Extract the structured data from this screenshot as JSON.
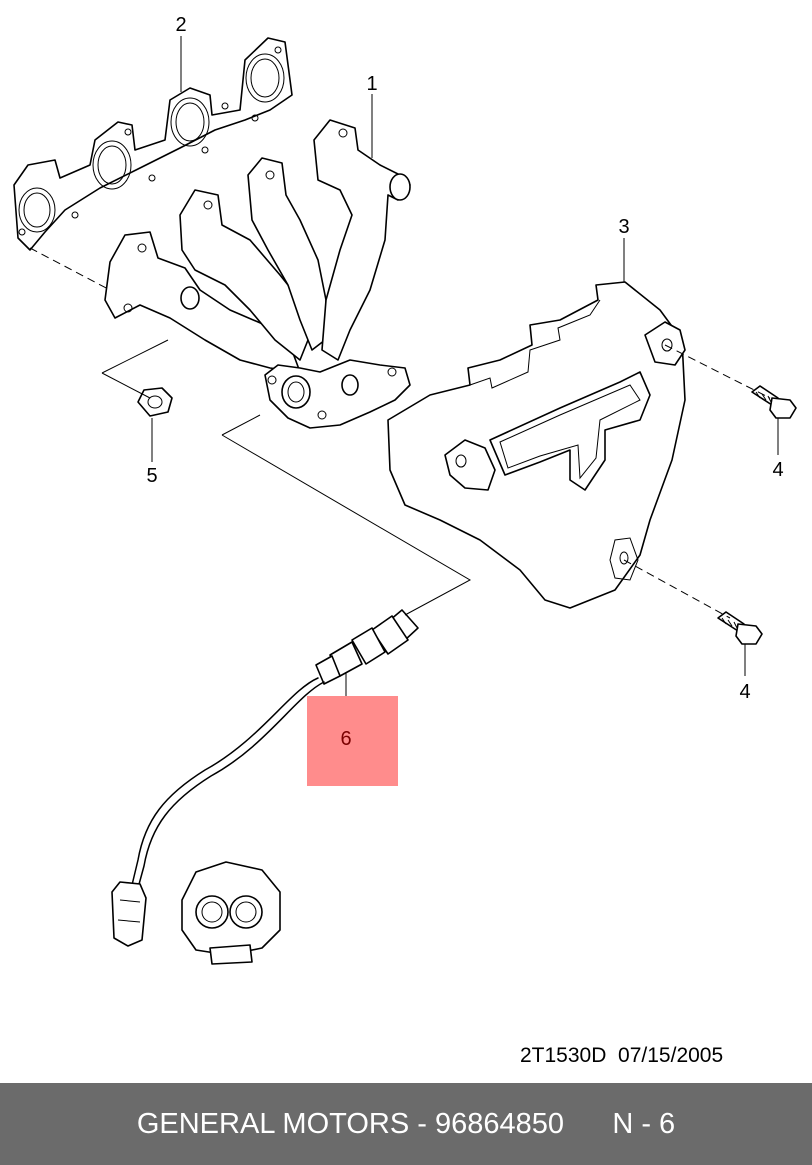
{
  "callouts": {
    "c1": "1",
    "c2": "2",
    "c3": "3",
    "c4a": "4",
    "c4b": "4",
    "c5": "5",
    "c6": "6"
  },
  "highlight_color": "#ff8c8c",
  "drawing_code": "2T1530D  07/15/2005",
  "footer": {
    "text": "GENERAL MOTORS - 96864850      N - 6"
  }
}
